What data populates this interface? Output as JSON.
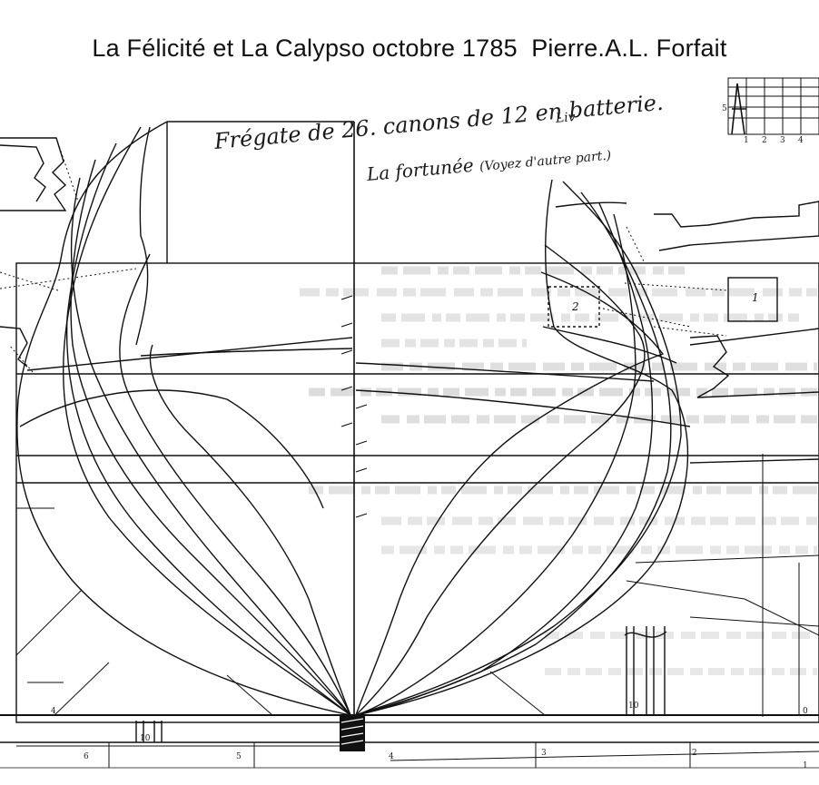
{
  "caption": "La Félicité et La Calypso octobre 1785  Pierre.A.L. Forfait",
  "annotation": {
    "line1": "Frégate de 26. canons de 12",
    "line1_sup": "Liv",
    "line1_tail": " en batterie.",
    "line2": "La fortunée",
    "line2_note": "(Voyez d'autre part.)"
  },
  "callouts": {
    "box_left": "2",
    "box_right": "1"
  },
  "scale_marks": [
    "5",
    "1",
    "2",
    "3",
    "4"
  ],
  "station_marks": [
    "4",
    "6",
    "5",
    "4",
    "3",
    "2",
    "1",
    "0"
  ],
  "detail_marks": {
    "left": "10",
    "right": "10"
  }
}
